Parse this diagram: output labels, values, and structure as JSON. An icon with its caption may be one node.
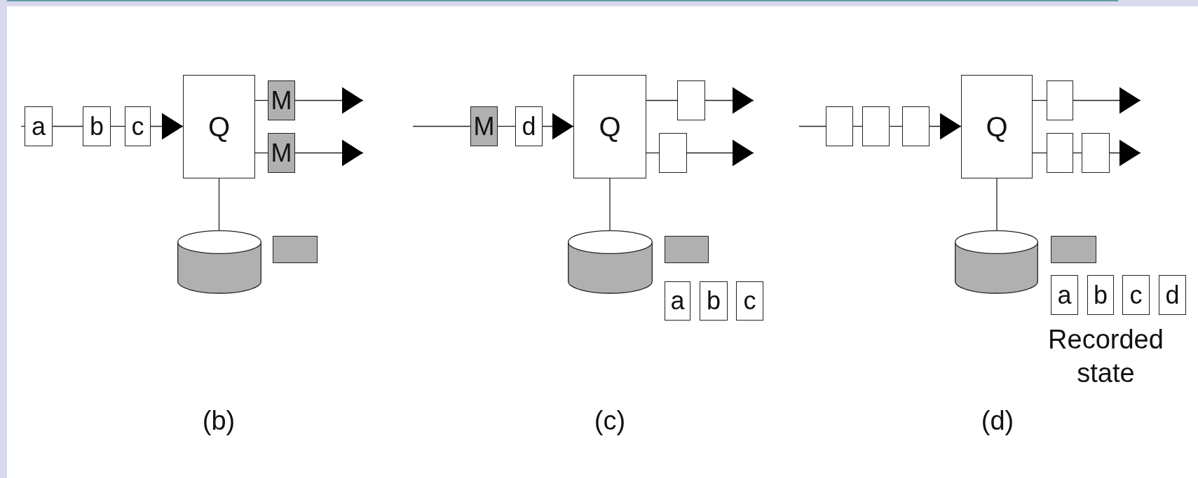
{
  "diagram": {
    "nodes": [
      {
        "text": [
          "a"
        ]
      },
      {
        "text": [
          "b"
        ]
      },
      {
        "text": [
          "c"
        ]
      },
      {
        "text": [
          "Q"
        ]
      },
      {
        "text": [
          "M"
        ]
      },
      {
        "text": [
          "M"
        ]
      },
      {
        "text": [],
        "shape": "cylinder"
      },
      {
        "text": [],
        "shape": "box"
      },
      {
        "text": [
          "M"
        ]
      },
      {
        "text": [
          "d"
        ]
      },
      {
        "text": [
          "Q"
        ]
      },
      {
        "text": [],
        "shape": "box"
      },
      {
        "text": [],
        "shape": "box"
      },
      {
        "text": [],
        "shape": "cylinder"
      },
      {
        "text": [],
        "shape": "box"
      },
      {
        "text": [
          "a"
        ]
      },
      {
        "text": [
          "b"
        ]
      },
      {
        "text": [
          "c"
        ]
      },
      {
        "text": [],
        "shape": "box"
      },
      {
        "text": [],
        "shape": "box"
      },
      {
        "text": [],
        "shape": "box"
      },
      {
        "text": [
          "Q"
        ]
      },
      {
        "text": [],
        "shape": "box"
      },
      {
        "text": [],
        "shape": "box"
      },
      {
        "text": [],
        "shape": "box"
      },
      {
        "text": [],
        "shape": "cylinder"
      },
      {
        "text": [],
        "shape": "box"
      },
      {
        "text": [
          "a"
        ]
      },
      {
        "text": [
          "b"
        ]
      },
      {
        "text": [
          "c"
        ]
      },
      {
        "text": [
          "d"
        ]
      }
    ],
    "edges": [
      {
        "from": null,
        "to": 0,
        "arrow": "none"
      },
      {
        "from": 0,
        "to": 1,
        "arrow": "none"
      },
      {
        "from": 1,
        "to": 2,
        "arrow": "none"
      },
      {
        "from": 2,
        "to": 3,
        "arrow": "to"
      },
      {
        "from": 3,
        "to": 4,
        "arrow": "none"
      },
      {
        "from": 4,
        "to": null,
        "arrow": "to"
      },
      {
        "from": 3,
        "to": 5,
        "arrow": "none"
      },
      {
        "from": 5,
        "to": null,
        "arrow": "to"
      },
      {
        "from": 3,
        "to": 6,
        "arrow": "none"
      },
      {
        "from": null,
        "to": 8,
        "arrow": "none"
      },
      {
        "from": 8,
        "to": 9,
        "arrow": "none"
      },
      {
        "from": 9,
        "to": 10,
        "arrow": "to"
      },
      {
        "from": 10,
        "to": 11,
        "arrow": "none"
      },
      {
        "from": 11,
        "to": null,
        "arrow": "to"
      },
      {
        "from": 10,
        "to": 12,
        "arrow": "none"
      },
      {
        "from": 12,
        "to": null,
        "arrow": "to"
      },
      {
        "from": 10,
        "to": 13,
        "arrow": "none"
      },
      {
        "from": null,
        "to": 18,
        "arrow": "none"
      },
      {
        "from": 18,
        "to": 19,
        "arrow": "none"
      },
      {
        "from": 19,
        "to": 20,
        "arrow": "none"
      },
      {
        "from": 20,
        "to": 21,
        "arrow": "to"
      },
      {
        "from": 21,
        "to": 22,
        "arrow": "none"
      },
      {
        "from": 22,
        "to": null,
        "arrow": "to"
      },
      {
        "from": 21,
        "to": 23,
        "arrow": "none"
      },
      {
        "from": 23,
        "to": 24,
        "arrow": "none"
      },
      {
        "from": 24,
        "to": null,
        "arrow": "to"
      },
      {
        "from": 21,
        "to": 25,
        "arrow": "none"
      }
    ],
    "labels": [
      "Recorded state",
      "(b)",
      "(c)",
      "(d)"
    ]
  }
}
